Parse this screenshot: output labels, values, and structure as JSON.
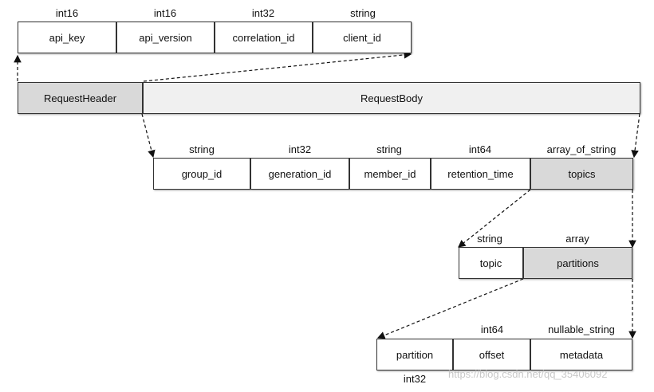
{
  "header_fields": [
    {
      "type": "int16",
      "name": "api_key"
    },
    {
      "type": "int16",
      "name": "api_version"
    },
    {
      "type": "int32",
      "name": "correlation_id"
    },
    {
      "type": "string",
      "name": "client_id"
    }
  ],
  "request": {
    "header": "RequestHeader",
    "body": "RequestBody"
  },
  "body_fields": [
    {
      "type": "string",
      "name": "group_id"
    },
    {
      "type": "int32",
      "name": "generation_id"
    },
    {
      "type": "string",
      "name": "member_id"
    },
    {
      "type": "int64",
      "name": "retention_time"
    },
    {
      "type": "array_of_string",
      "name": "topics"
    }
  ],
  "topic_fields": [
    {
      "type": "string",
      "name": "topic"
    },
    {
      "type": "array",
      "name": "partitions"
    }
  ],
  "partition_fields": [
    {
      "type": "int32",
      "name": "partition"
    },
    {
      "type": "int64",
      "name": "offset"
    },
    {
      "type": "nullable_string",
      "name": "metadata"
    }
  ],
  "watermark": "https://blog.csdn.net/qq_35406092",
  "colors": {
    "highlight": "#d9d9d9",
    "body": "#f0f0f0",
    "border": "#333333"
  }
}
